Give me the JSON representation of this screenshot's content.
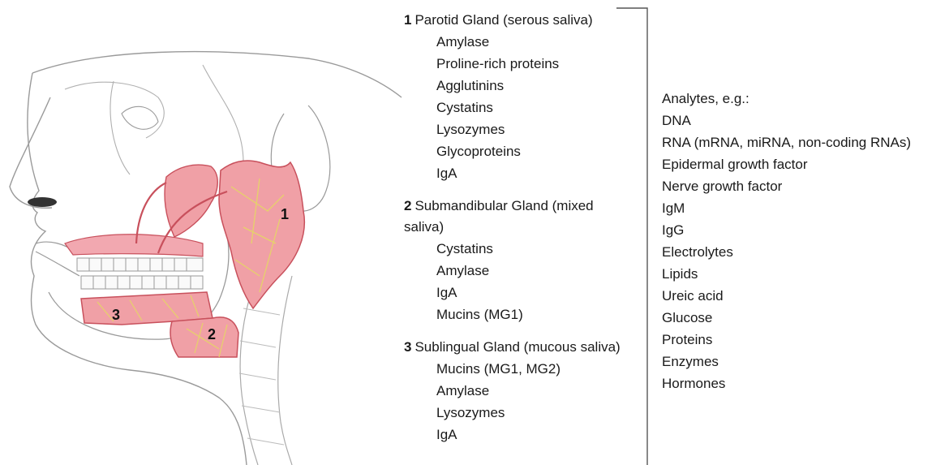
{
  "glands": [
    {
      "number": "1",
      "name": "Parotid Gland (serous saliva)",
      "items": [
        "Amylase",
        "Proline-rich proteins",
        "Agglutinins",
        "Cystatins",
        "Lysozymes",
        "Glycoproteins",
        "IgA"
      ]
    },
    {
      "number": "2",
      "name": "Submandibular Gland (mixed saliva)",
      "items": [
        "Cystatins",
        "Amylase",
        "IgA",
        "Mucins (MG1)"
      ]
    },
    {
      "number": "3",
      "name": "Sublingual Gland (mucous saliva)",
      "items": [
        "Mucins (MG1, MG2)",
        "Amylase",
        "Lysozymes",
        "IgA"
      ]
    }
  ],
  "analytes": {
    "title": "Analytes, e.g.:",
    "items": [
      "DNA",
      "RNA (mRNA, miRNA, non-coding RNAs)",
      "Epidermal growth factor",
      "Nerve growth factor",
      "IgM",
      "IgG",
      "Electrolytes",
      "Lipids",
      "Ureic acid",
      "Glucose",
      "Proteins",
      "Enzymes",
      "Hormones"
    ]
  },
  "illustration": {
    "labels": [
      "1",
      "2",
      "3"
    ],
    "colors": {
      "gland_fill": "#f0a0a6",
      "gland_stroke": "#c8505c",
      "gland_vein": "#e6d26a",
      "outline": "#9a9a9a"
    }
  }
}
